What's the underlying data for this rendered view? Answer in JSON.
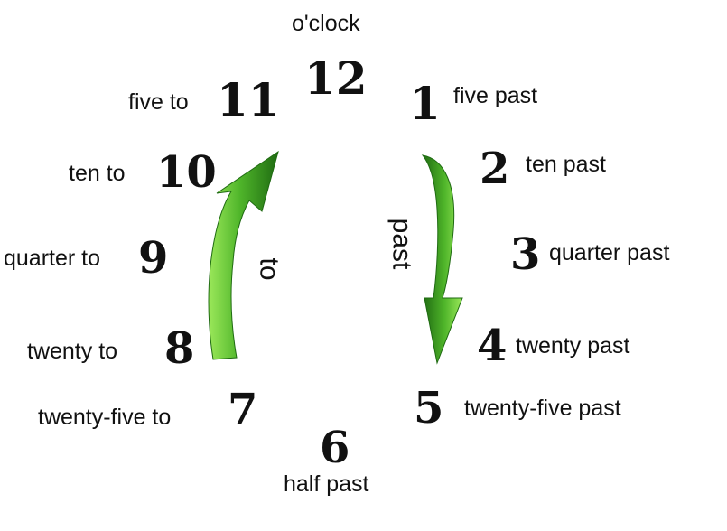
{
  "clock": {
    "hours": [
      {
        "number": "12",
        "phrase": "o'clock"
      },
      {
        "number": "1",
        "phrase": "five past"
      },
      {
        "number": "2",
        "phrase": "ten past"
      },
      {
        "number": "3",
        "phrase": "quarter past"
      },
      {
        "number": "4",
        "phrase": "twenty past"
      },
      {
        "number": "5",
        "phrase": "twenty-five past"
      },
      {
        "number": "6",
        "phrase": "half past"
      },
      {
        "number": "7",
        "phrase": "twenty-five to"
      },
      {
        "number": "8",
        "phrase": "twenty to"
      },
      {
        "number": "9",
        "phrase": "quarter to"
      },
      {
        "number": "10",
        "phrase": "ten to"
      },
      {
        "number": "11",
        "phrase": "five to"
      }
    ],
    "arrows": {
      "past_label": "past",
      "to_label": "to",
      "color_light": "#8fe04a",
      "color_dark": "#1f6b12"
    }
  }
}
